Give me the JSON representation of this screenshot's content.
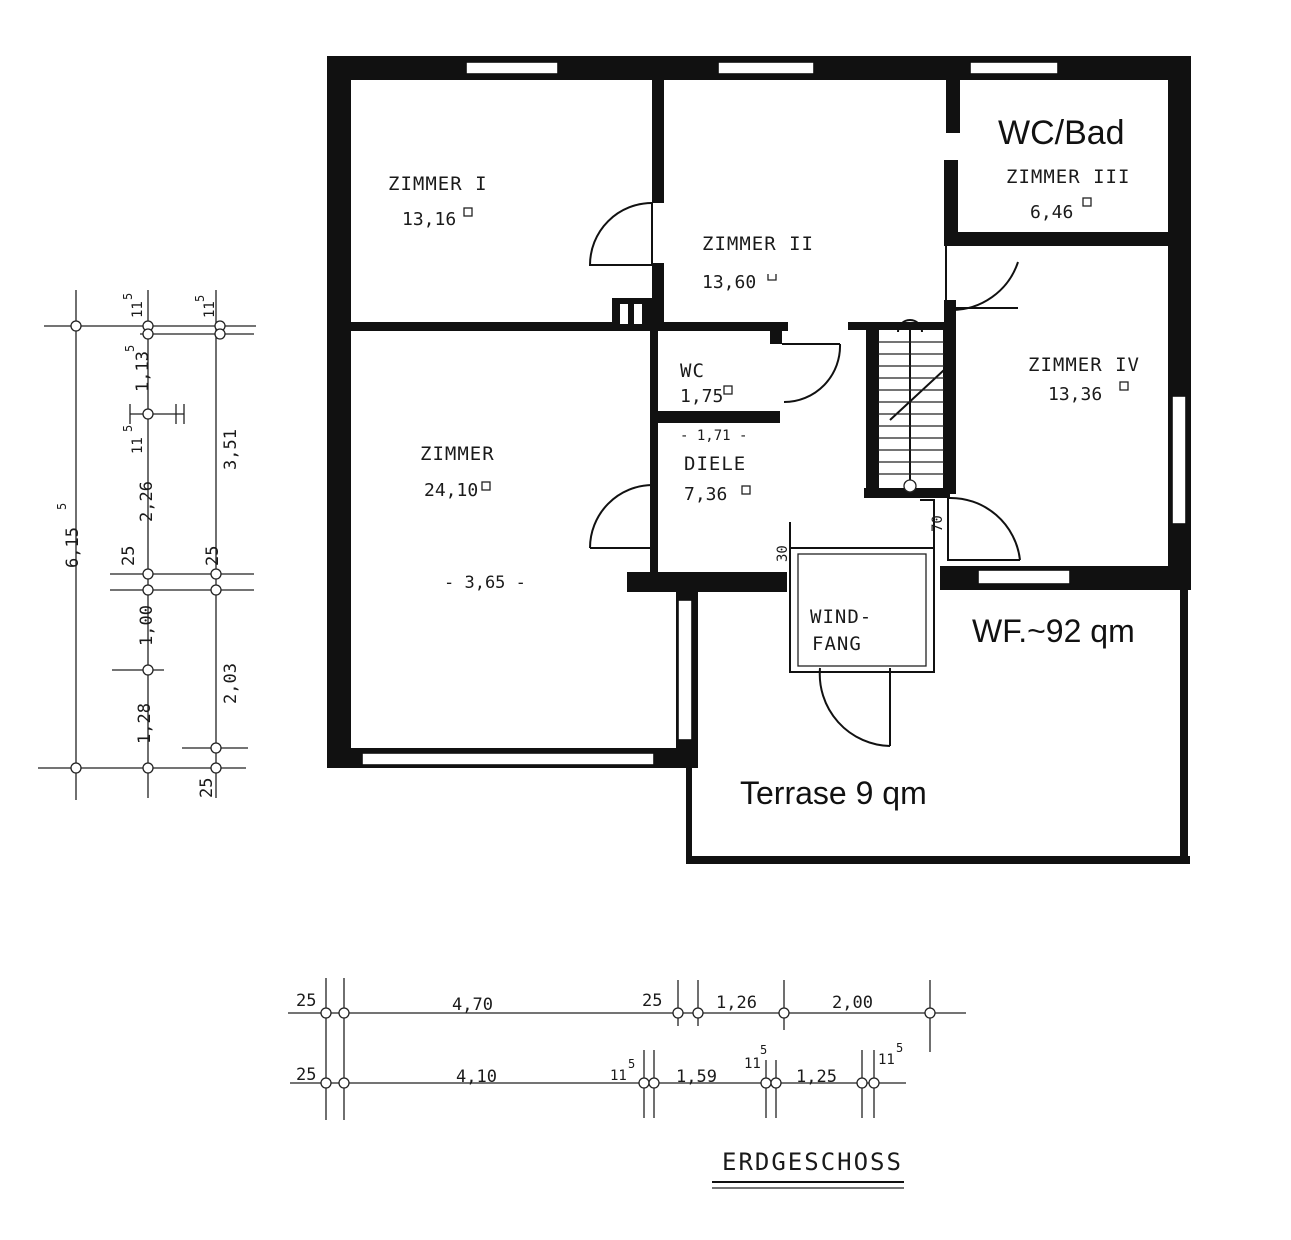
{
  "rooms": {
    "zimmer1": {
      "name": "ZIMMER I",
      "area": "13,16"
    },
    "zimmer2": {
      "name": "ZIMMER II",
      "area": "13,60"
    },
    "zimmer3": {
      "name": "ZIMMER III",
      "area": "6,46"
    },
    "zimmer4": {
      "name": "ZIMMER IV",
      "area": "13,36"
    },
    "zimmer": {
      "name": "ZIMMER",
      "area": "24,10",
      "dim": "- 3,65 -"
    },
    "wc": {
      "name": "WC",
      "area": "1,75"
    },
    "diele": {
      "name": "DIELE",
      "area": "7,36",
      "dim": "- 1,71 -"
    },
    "windfang": {
      "line1": "WIND-",
      "line2": "FANG"
    }
  },
  "labels": {
    "wc_bad": "WC/Bad",
    "wohnflaeche": "WF.~92 qm",
    "terrasse": "Terrase 9 qm",
    "geschoss": "ERDGESCHOSS",
    "dim_30": "30",
    "dim_70": "70"
  },
  "dims_bottom_row1": {
    "d1": "25",
    "d2": "4,70",
    "d3": "25",
    "d4": "1,26",
    "d5": "2,00"
  },
  "dims_bottom_row2": {
    "d1": "25",
    "d2": "4,10",
    "d3": "11",
    "d3s": "5",
    "d4": "1,59",
    "d5": "11",
    "d5s": "5",
    "d6": "1,25",
    "d7": "11",
    "d7s": "5"
  },
  "dims_left": {
    "total": "6,15",
    "total_sup": "5",
    "c1_top": "11",
    "c1_top_sup": "5",
    "c1_a": "1,13",
    "c1_a_sup": "5",
    "c1_b": "11",
    "c1_b_sup": "5",
    "c1_c": "2,26",
    "c1_d": "25",
    "c1_e": "1,00",
    "c1_f": "1,28",
    "c2_top": "11",
    "c2_top_sup": "5",
    "c2_a": "3,51",
    "c2_b": "25",
    "c2_c": "2,03",
    "c2_d": "25"
  }
}
